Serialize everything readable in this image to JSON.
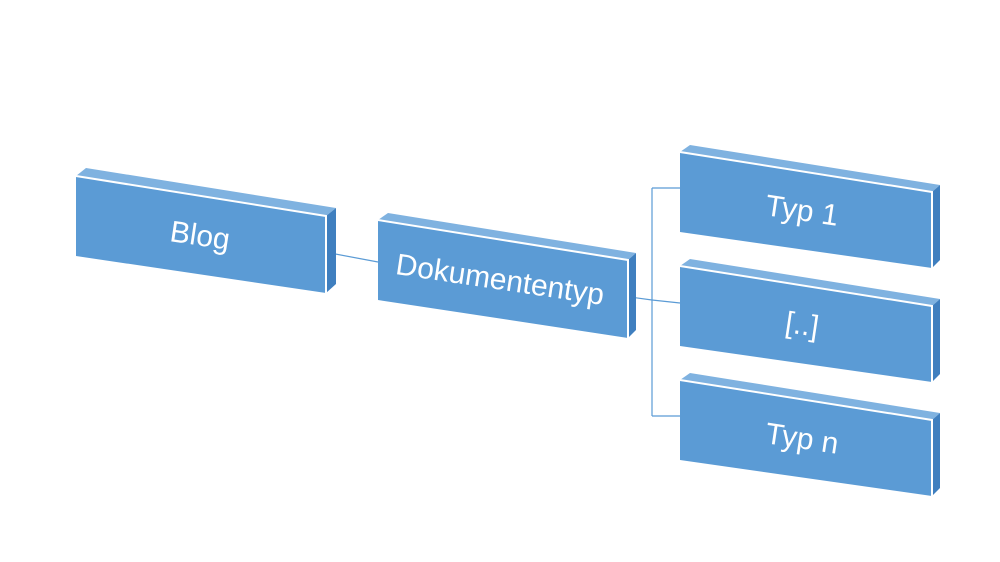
{
  "diagram": {
    "root": {
      "label": "Blog"
    },
    "middle": {
      "label": "Dokumententyp"
    },
    "children": [
      {
        "label": "Typ 1"
      },
      {
        "label": "[..]"
      },
      {
        "label": "Typ n"
      }
    ]
  },
  "colors": {
    "box_fill": "#5b9bd5",
    "box_top": "#7fb2e0",
    "box_side": "#3f7fbf",
    "connector": "#5b9bd5",
    "text": "#ffffff"
  }
}
